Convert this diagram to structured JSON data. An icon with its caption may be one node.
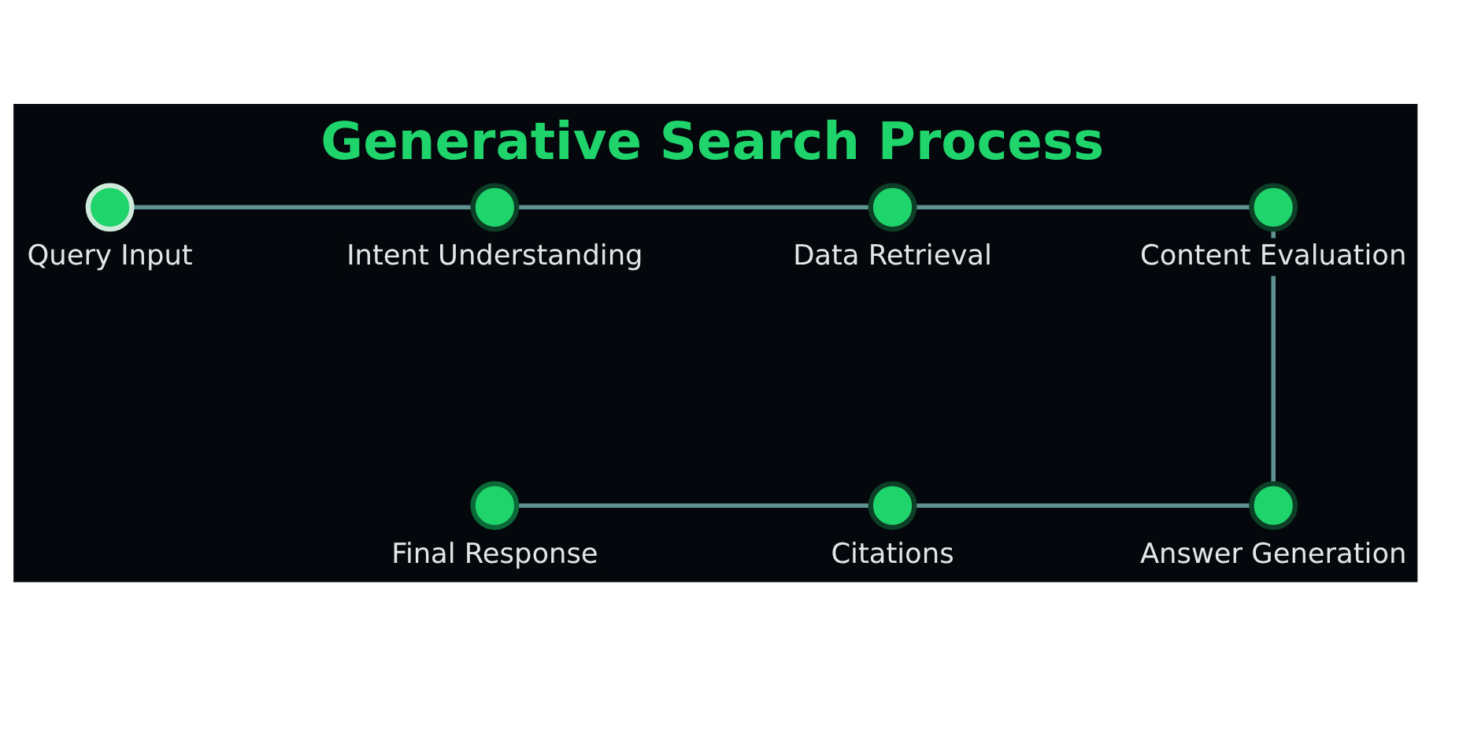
{
  "diagram": {
    "title": "Generative Search Process",
    "nodes": [
      {
        "text": [],
        "shape": "circle",
        "beside": [
          "Query Input"
        ]
      },
      {
        "text": [],
        "shape": "circle",
        "beside": [
          "Intent Understanding"
        ]
      },
      {
        "text": [],
        "shape": "circle",
        "beside": [
          "Data Retrieval"
        ]
      },
      {
        "text": [],
        "shape": "circle",
        "beside": [
          "Content Evaluation"
        ]
      },
      {
        "text": [],
        "shape": "circle",
        "beside": [
          "Answer Generation"
        ]
      },
      {
        "text": [],
        "shape": "circle",
        "beside": [
          "Citations"
        ]
      },
      {
        "text": [],
        "shape": "circle",
        "beside": [
          "Final Response"
        ]
      }
    ],
    "edges": [
      {
        "from": 0,
        "to": 1,
        "arrow": "none"
      },
      {
        "from": 1,
        "to": 2,
        "arrow": "none"
      },
      {
        "from": 2,
        "to": 3,
        "arrow": "none"
      },
      {
        "from": 3,
        "to": 4,
        "arrow": "none"
      },
      {
        "from": 4,
        "to": 5,
        "arrow": "none"
      },
      {
        "from": 5,
        "to": 6,
        "arrow": "none"
      }
    ]
  }
}
